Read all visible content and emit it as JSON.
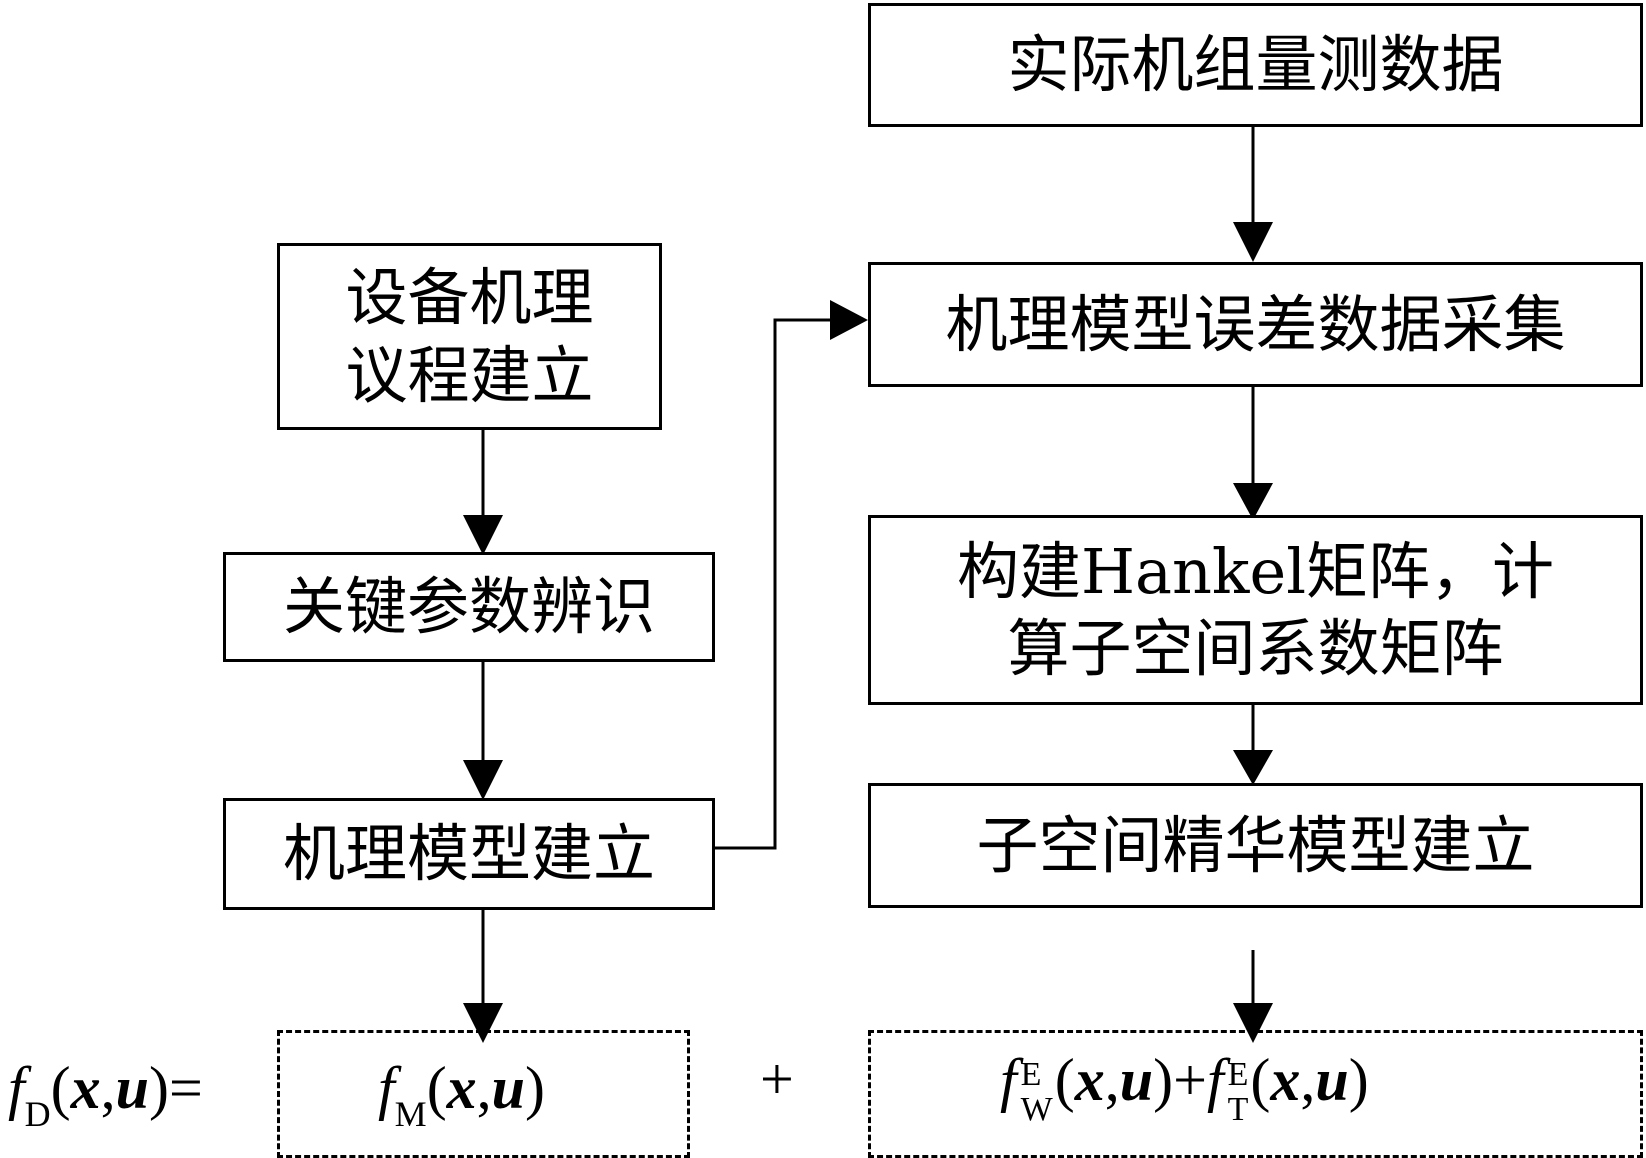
{
  "boxes": {
    "measured_data": "实际机组量测数据",
    "mechanism_protocol": [
      "设备机理",
      "议程建立"
    ],
    "param_identification": "关键参数辨识",
    "mechanism_model": "机理模型建立",
    "error_collection": "机理模型误差数据采集",
    "hankel": [
      "构建Hankel矩阵，计",
      "算子空间系数矩阵"
    ],
    "subspace_model": "子空间精华模型建立"
  },
  "formula": {
    "f": "f",
    "d_sub": "D",
    "m_sub": "M",
    "x": "x",
    "u": "u",
    "equals": "=",
    "plus": "+",
    "e_sup": "E",
    "w_sub": "W",
    "t_sub": "T",
    "open": "(",
    "comma": ",",
    "close": ")"
  }
}
